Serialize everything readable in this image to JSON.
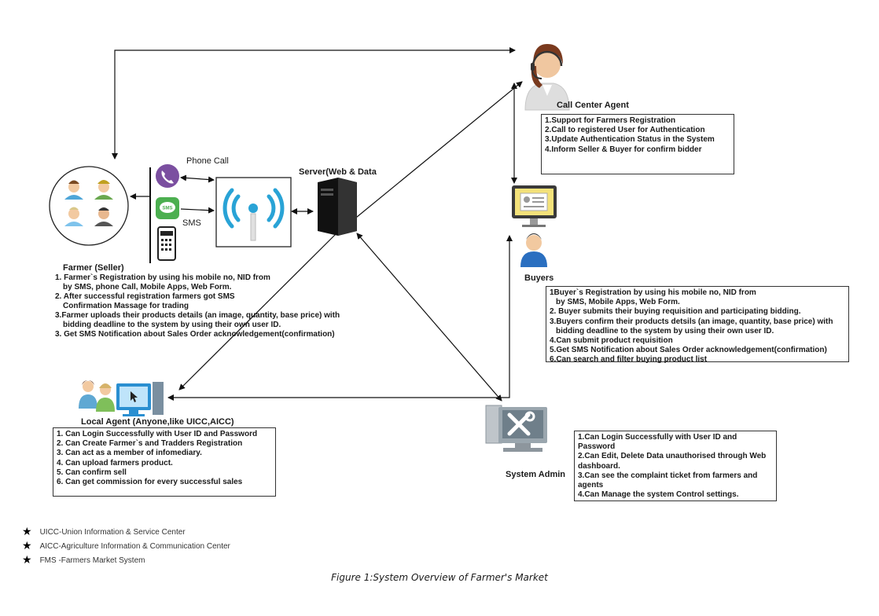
{
  "labels": {
    "call_center_agent": "Call Center Agent",
    "phone_call": "Phone Call",
    "sms": "SMS",
    "server": "Server(Web & Data",
    "buyers": "Buyers",
    "farmer_title": "Farmer (Seller)",
    "local_agent": "Local Agent (Anyone,like UICC,AICC)",
    "system_admin": "System Admin"
  },
  "call_center_items": [
    "1.Support  for Farmers Registration",
    "2.Call to registered User for Authentication",
    "3.Update Authentication Status in the System",
    "4.Inform Seller & Buyer for confirm bidder"
  ],
  "farmer_items": [
    "1. Farmer`s Registration by using his mobile no, NID from",
    "   by SMS, phone Call, Mobile Apps, Web Form.",
    "2. After successful  registration farmers got SMS",
    "   Confirmation Massage for trading",
    "3.Farmer uploads their products details (an image, quantity, base price) with",
    "   bidding deadline to the system by using their own user ID.",
    "3. Get SMS Notification about Sales Order acknowledgement(confirmation)"
  ],
  "buyer_items": [
    "1Buyer`s Registration by using his mobile no, NID from",
    "   by SMS, Mobile Apps, Web Form.",
    "2. Buyer submits their buying requisition and participating bidding.",
    "3.Buyers confirm their products detsils (an image, quantity, base price) with",
    "   bidding deadline to the system by using their own user ID.",
    "4.Can submit  product requisition",
    "5.Get SMS Notification about Sales Order acknowledgement(confirmation)",
    "6.Can search and filter buying product list"
  ],
  "local_agent_items": [
    "1. Can Login Successfully with User ID and Password",
    "2. Can Create Farmer`s and Tradders Registration",
    "3. Can act  as a member of infomediary.",
    "4. Can upload farmers product.",
    "5. Can confirm sell",
    "6. Can get commission for every successful sales"
  ],
  "admin_items": [
    "1.Can Login Successfully with User ID and Password",
    "2.Can Edit, Delete Data unauthorised  through Web dashboard.",
    "3.Can see the complaint ticket from farmers and agents",
    "4.Can Manage the system Control settings."
  ],
  "legend": [
    "UICC-Union Information & Service Center",
    "AICC-Agriculture Information & Communication Center",
    "FMS -Farmers Market System"
  ],
  "caption": "Figure 1:System Overview of Farmer's Market",
  "icons": {
    "call_agent": "headset-agent-icon",
    "viber": "viber-phone-icon",
    "sms": "sms-bubble-icon",
    "mobile": "mobile-phone-icon",
    "wireless": "wireless-tower-icon",
    "server": "server-tower-icon",
    "buyer_monitor": "monitor-id-card-icon",
    "buyer_user": "buyer-user-icon",
    "farmers_group": "farmers-group-icon",
    "local_agent": "local-agent-computer-icon",
    "admin": "admin-tools-computer-icon"
  },
  "colors": {
    "viber": "#7b4fa0",
    "sms": "#4caf50",
    "wireless": "#29a3d6",
    "buyer_blue": "#2a6fc0",
    "server": "#222222"
  }
}
